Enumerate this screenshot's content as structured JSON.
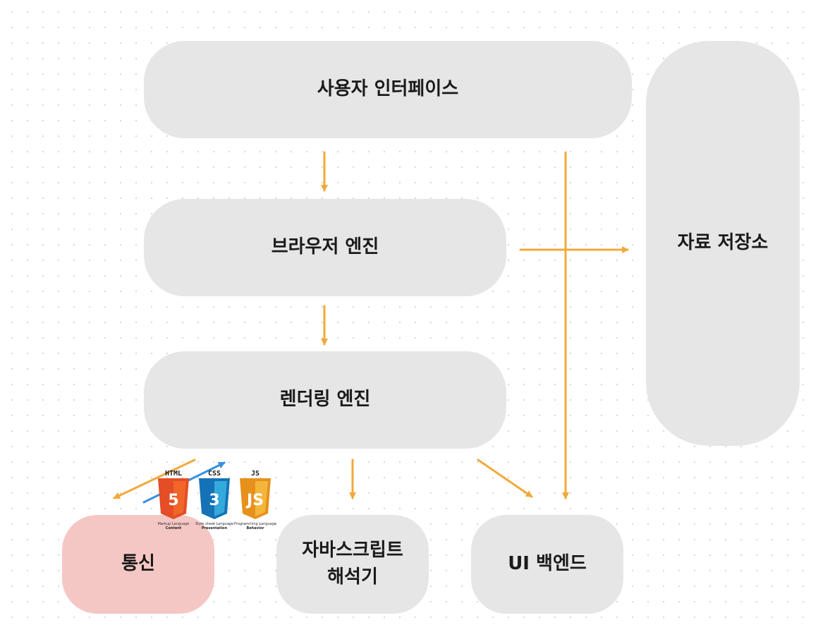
{
  "nodes": {
    "ui": "사용자 인터페이스",
    "browser_engine": "브라우저 엔진",
    "rendering_engine": "렌더링 엔진",
    "data_storage": "자료 저장소",
    "networking": "통신",
    "js_interpreter": "자바스크립트\n해석기",
    "ui_backend": "UI 백엔드"
  },
  "tech_badges": [
    {
      "title": "HTML",
      "glyph": "5",
      "sub1": "Markup Language",
      "sub2": "Content",
      "color": "#e44d26",
      "shade": "#f16529"
    },
    {
      "title": "CSS",
      "glyph": "3",
      "sub1": "Style sheet Language",
      "sub2": "Presentation",
      "color": "#1572b6",
      "shade": "#33a9dc"
    },
    {
      "title": "JS",
      "glyph": "JS",
      "sub1": "Programming Language",
      "sub2": "Behavior",
      "color": "#e8901c",
      "shade": "#f4b63a"
    }
  ],
  "colors": {
    "arrow": "#f2a93b",
    "box": "#e6e6e6",
    "networking_box": "#f5c7c4",
    "blue_arrow": "#3a8fe0"
  }
}
